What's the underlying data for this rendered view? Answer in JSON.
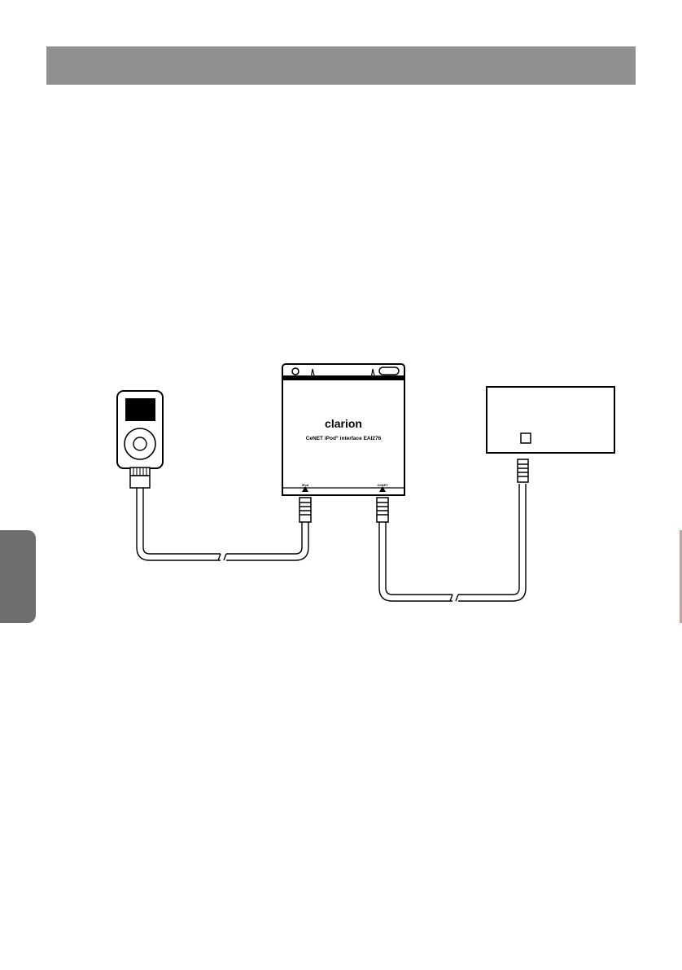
{
  "interface_box": {
    "brand": "clarion",
    "model_prefix": "CeNET iPod",
    "model_reg": "®",
    "model_suffix": " interface  EAI276",
    "port_ipod_label": "iPod",
    "port_cenet_label": "CeNET"
  },
  "colors": {
    "header_bar": "#909090",
    "side_tab": "#6e6e6e",
    "line": "#000000"
  }
}
